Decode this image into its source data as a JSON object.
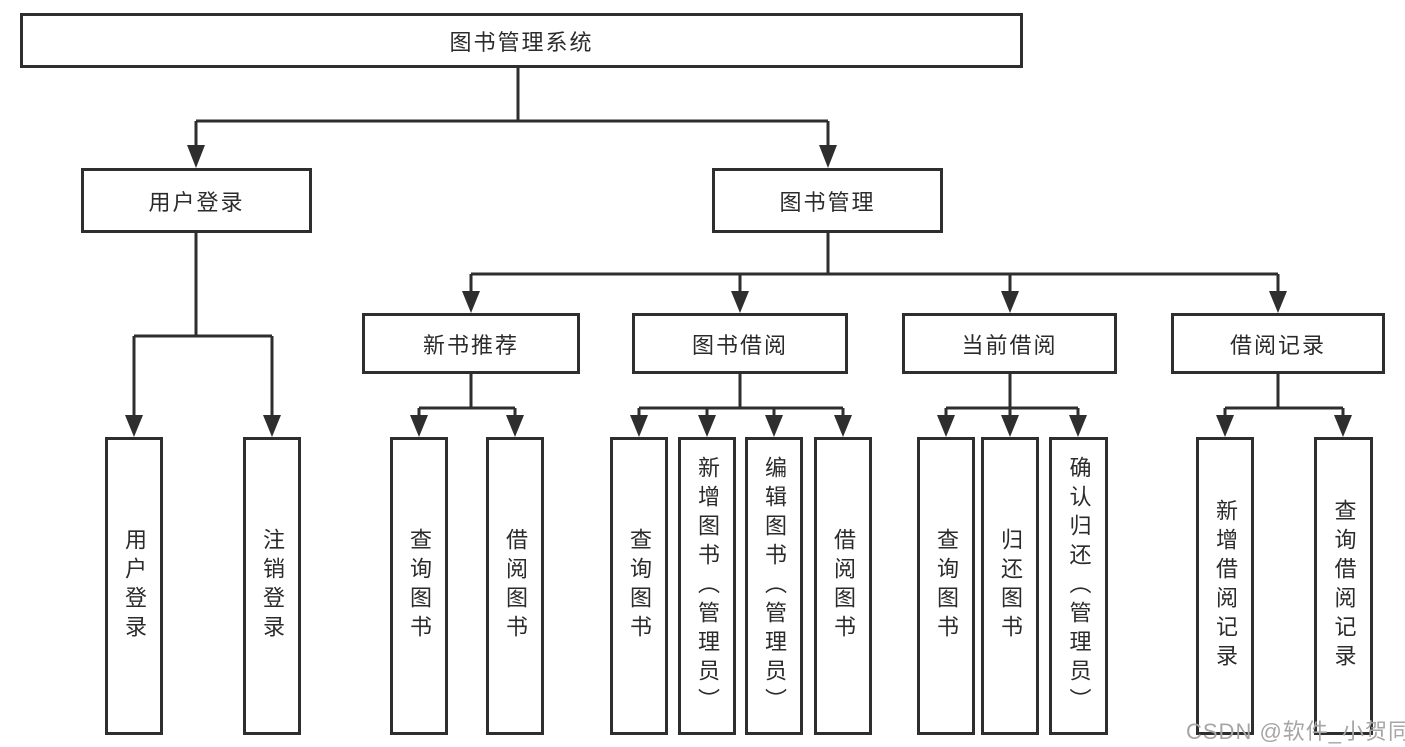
{
  "tree": {
    "root": {
      "label": "图书管理系统"
    },
    "branches": [
      {
        "label": "用户登录",
        "children": [
          {
            "label": "用户登录"
          },
          {
            "label": "注销登录"
          }
        ]
      },
      {
        "label": "图书管理",
        "children": [
          {
            "label": "新书推荐",
            "children": [
              {
                "label": "查询图书"
              },
              {
                "label": "借阅图书"
              }
            ]
          },
          {
            "label": "图书借阅",
            "children": [
              {
                "label": "查询图书"
              },
              {
                "label": "新增图书（管理员）"
              },
              {
                "label": "编辑图书（管理员）"
              },
              {
                "label": "借阅图书"
              }
            ]
          },
          {
            "label": "当前借阅",
            "children": [
              {
                "label": "查询图书"
              },
              {
                "label": "归还图书"
              },
              {
                "label": "确认归还（管理员）"
              }
            ]
          },
          {
            "label": "借阅记录",
            "children": [
              {
                "label": "新增借阅记录"
              },
              {
                "label": "查询借阅记录"
              }
            ]
          }
        ]
      }
    ]
  },
  "watermark": {
    "text": "CSDN @软件_小贺同学"
  },
  "colors": {
    "line": "#2e2e2e",
    "text": "#2b2b2b",
    "watermark": "#a6a6a6",
    "background": "#ffffff"
  }
}
